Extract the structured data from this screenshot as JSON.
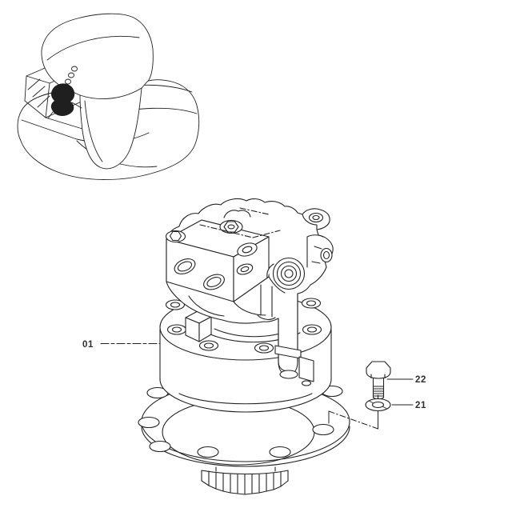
{
  "colors": {
    "background": "#ffffff",
    "line": "#232323",
    "label": "#2e2e2e"
  },
  "diagram": {
    "kind": "exploded-parts-line-drawing",
    "views": {
      "thumbnail": "excavator-location-drawing",
      "main": "swing-motor-assembly-drawing",
      "hardware": [
        "hex-bolt-drawing",
        "spring-washer-drawing"
      ]
    }
  },
  "callouts": {
    "main_assembly": {
      "label": "01"
    },
    "bolt": {
      "label": "22"
    },
    "washer": {
      "label": "21"
    }
  }
}
